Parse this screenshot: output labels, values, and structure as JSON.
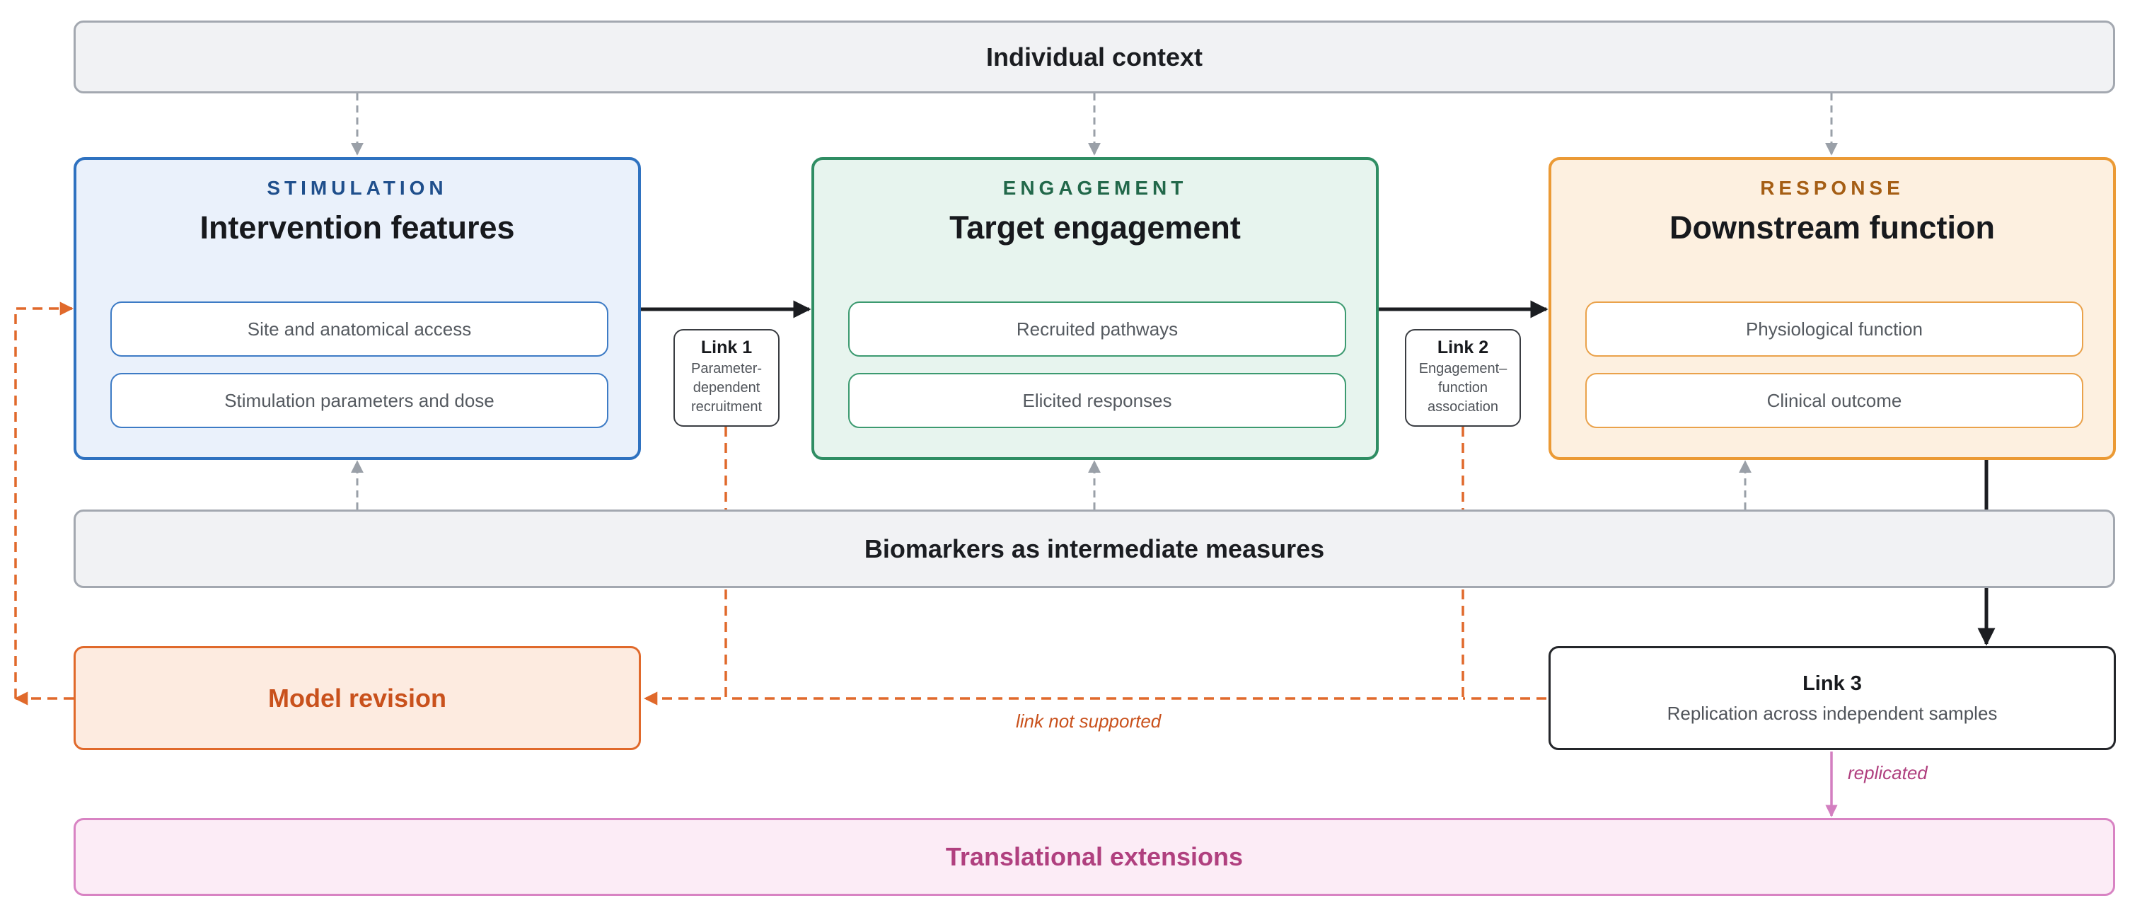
{
  "individual_context": "Individual context",
  "stages": [
    {
      "category": "STIMULATION",
      "title": "Intervention features",
      "items": [
        "Site and anatomical access",
        "Stimulation parameters and dose"
      ]
    },
    {
      "category": "ENGAGEMENT",
      "title": "Target engagement",
      "items": [
        "Recruited pathways",
        "Elicited responses"
      ]
    },
    {
      "category": "RESPONSE",
      "title": "Downstream function",
      "items": [
        "Physiological function",
        "Clinical outcome"
      ]
    }
  ],
  "links": [
    {
      "title": "Link 1",
      "desc_lines": [
        "Parameter-",
        "dependent",
        "recruitment"
      ]
    },
    {
      "title": "Link 2",
      "desc_lines": [
        "Engagement–",
        "function",
        "association"
      ]
    },
    {
      "title": "Link 3",
      "description": "Replication across independent samples"
    }
  ],
  "biomarkers": "Biomarkers as intermediate measures",
  "model_revision": "Model revision",
  "translational": "Translational extensions",
  "labels": {
    "not_supported": "link not supported",
    "replicated": "replicated"
  },
  "colors": {
    "stimulation": "#2f72c0",
    "engagement": "#2f8d63",
    "response": "#eb9a35",
    "revision": "#e0692b",
    "translational": "#d883c3",
    "context_border": "#a3a8b0"
  }
}
